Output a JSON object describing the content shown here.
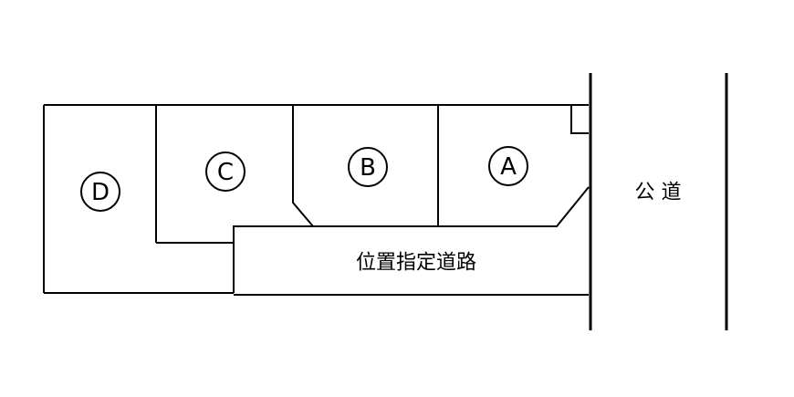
{
  "lots": [
    {
      "id": "A",
      "label": "A"
    },
    {
      "id": "B",
      "label": "B"
    },
    {
      "id": "C",
      "label": "C"
    },
    {
      "id": "D",
      "label": "D"
    }
  ],
  "roads": {
    "designated_road": "位置指定道路",
    "public_road": "公 道"
  },
  "colors": {
    "line": "#000000",
    "background": "#ffffff"
  }
}
